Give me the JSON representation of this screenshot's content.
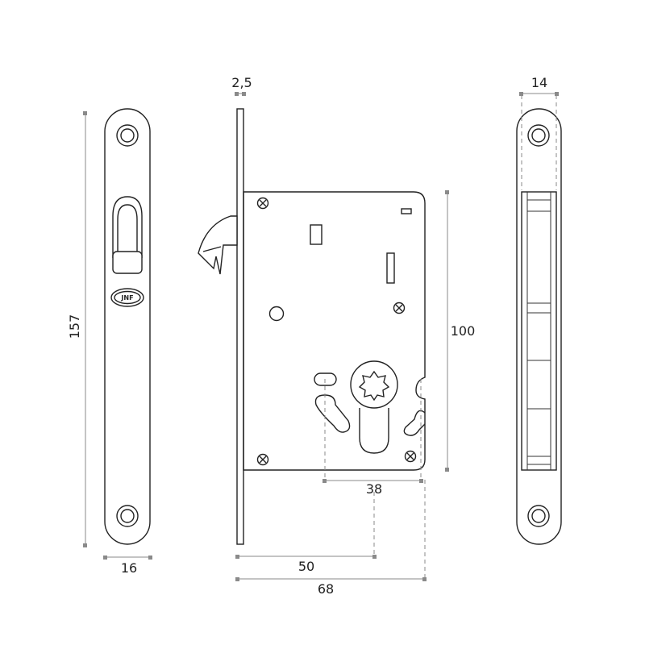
{
  "dimensions": {
    "faceplate_length": "157",
    "faceplate_width": "16",
    "faceplate_thickness": "2,5",
    "body_height": "100",
    "cylinder_center_spacing": "38",
    "backset": "50",
    "total_depth": "68",
    "rear_width": "14"
  },
  "logo_text": "JNF",
  "colors": {
    "line": "#222222",
    "dimension": "#8a8a8a",
    "background": "#ffffff"
  }
}
